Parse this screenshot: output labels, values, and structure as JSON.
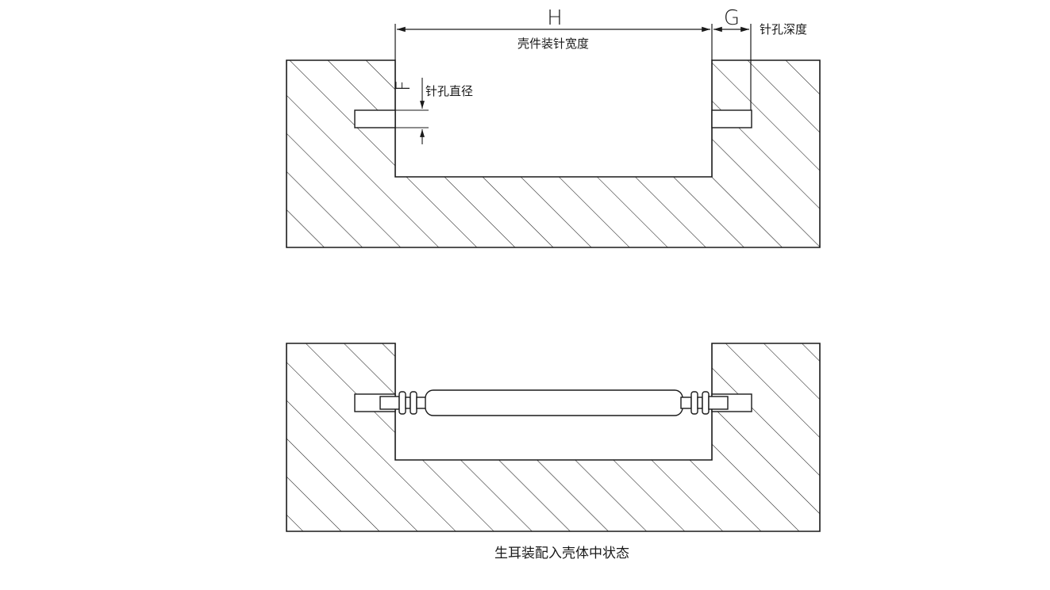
{
  "labels": {
    "dim_h": "H",
    "dim_h_desc": "壳件装针宽度",
    "dim_g": "G",
    "dim_g_desc": "针孔深度",
    "dim_f": "F",
    "dim_f_desc": "针孔直径",
    "caption": "生耳装配入壳体中状态"
  },
  "colors": {
    "line": "#1a1a1a",
    "background": "#ffffff"
  }
}
